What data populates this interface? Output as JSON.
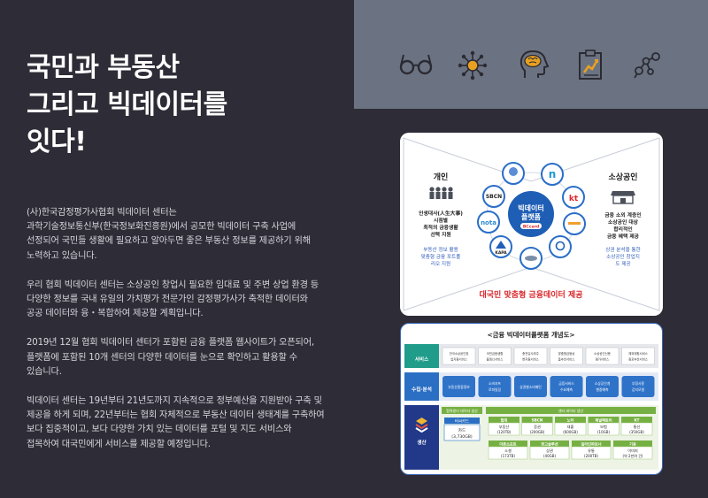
{
  "headline": [
    "국민과 부동산",
    "그리고 빅데이터를",
    "잇다!"
  ],
  "paragraphs": [
    [
      "(사)한국감정평가사협회 빅데이터 센터는",
      "과학기술정보통신부(한국정보화진흥원)에서 공모한 빅데이터 구축 사업에",
      "선정되어 국민들 생활에 필요하고 알아두면 좋은 부동산 정보를 제공하기 위해",
      "노력하고 있습니다."
    ],
    [
      "우리 협회 빅데이터 센터는 소상공인 창업시 필요한 임대료 및 주변 상업 환경 등",
      "다양한 정보를 국내 유일의 가치평가 전문가인 감정평가사가 축적한 데이터와",
      "공공 데이터와 융・복합하여 제공할 계획입니다."
    ],
    [
      "2019년 12월 협회 빅데이터 센터가 포함된 금융 플랫폼 웹사이트가 오픈되어,",
      "플랫폼에 포함된 10개 센터의 다양한 데이터를 눈으로 확인하고 활용할 수",
      "있습니다."
    ],
    [
      "빅데이터 센터는 19년부터 21년도까지 지속적으로 정부예산을 지원받아 구축 및",
      "제공을 하게 되며, 22년부터는 협회 자체적으로 부동산 데이터 생태계를 구축하여",
      "보다 집중적이고, 보다 다양한 가치 있는 데이터를 포털 및 지도 서비스와",
      "접목하여 대국민에게 서비스를 제공할 예정입니다."
    ]
  ],
  "icons": [
    "glasses-icon",
    "network-icon",
    "brain-head-icon",
    "chart-clipboard-icon",
    "molecule-icon"
  ],
  "platform": {
    "left_title": "개인",
    "left_desc": [
      "인생대사(人生大事)",
      "시점별",
      "최적의 금융생활",
      "선택 지원"
    ],
    "left_blue": [
      "부동산 정보 활용",
      "맞춤형 금융 포트폴",
      "리오 지원"
    ],
    "right_title": "소상공인",
    "right_desc": [
      "금융 소외 계층인",
      "소상공인 대상",
      "합리적인",
      "금융 혜택 제공"
    ],
    "right_blue": [
      "상권 분석을 통한",
      "소상공인 창업지",
      "도 제공"
    ],
    "center_title": [
      "빅데이터",
      "플랫폼"
    ],
    "center_sub": "BCcard",
    "partners": [
      "SBCN",
      "kt",
      "nota",
      "KAPA",
      "n"
    ],
    "footer": "대국민 맞춤형 금융데이터 제공"
  },
  "concept": {
    "title": "<금융 빅데이터플랫폼 개념도>",
    "row_service": "서비스",
    "row_analysis": "수집·분석",
    "row_produce": "생산",
    "service_boxes": [
      "전국소상공인창업지원서비스",
      "국민금융생활플래너서비스",
      "충전입사위주변지원서비스",
      "맞춤형금융상품추천서비스",
      "소상공인신용평가서비스",
      "체외매핑서비스점포추천서비스"
    ],
    "analysis_boxes": [
      "부동산종합정보",
      "소비자프로파일링",
      "상권별소비패턴",
      "금융서비스수요예측",
      "소상공인개별중예측",
      "부정사용감지모델"
    ],
    "produce_left_header": "협력센터 데이터 생산",
    "produce_right_header": "센터 데이터 생산",
    "produce_left_label": "비씨카드",
    "produce_left_value": [
      "카드",
      "(3,730GB)"
    ],
    "centers_top": [
      {
        "name": "협회",
        "item": "부동산",
        "size": "(120TB)"
      },
      {
        "name": "SBCN",
        "item": "증권",
        "size": "(200GB)"
      },
      {
        "name": "노타",
        "item": "대출",
        "size": "(600GB)"
      },
      {
        "name": "채널택토리",
        "item": "보험",
        "size": "(10GB)"
      },
      {
        "name": "KT",
        "item": "통신",
        "size": "(350GB)"
      }
    ],
    "centers_bottom": [
      {
        "name": "더존소프트",
        "item": "소셜",
        "size": "(173TB)"
      },
      {
        "name": "망고솔루션",
        "item": "상권",
        "size": "(40GB)"
      },
      {
        "name": "일라인파트너",
        "item": "유통",
        "size": "(200TB)"
      },
      {
        "name": "기웅",
        "item": "이미지",
        "size": "(약 2만여 건)"
      }
    ]
  }
}
